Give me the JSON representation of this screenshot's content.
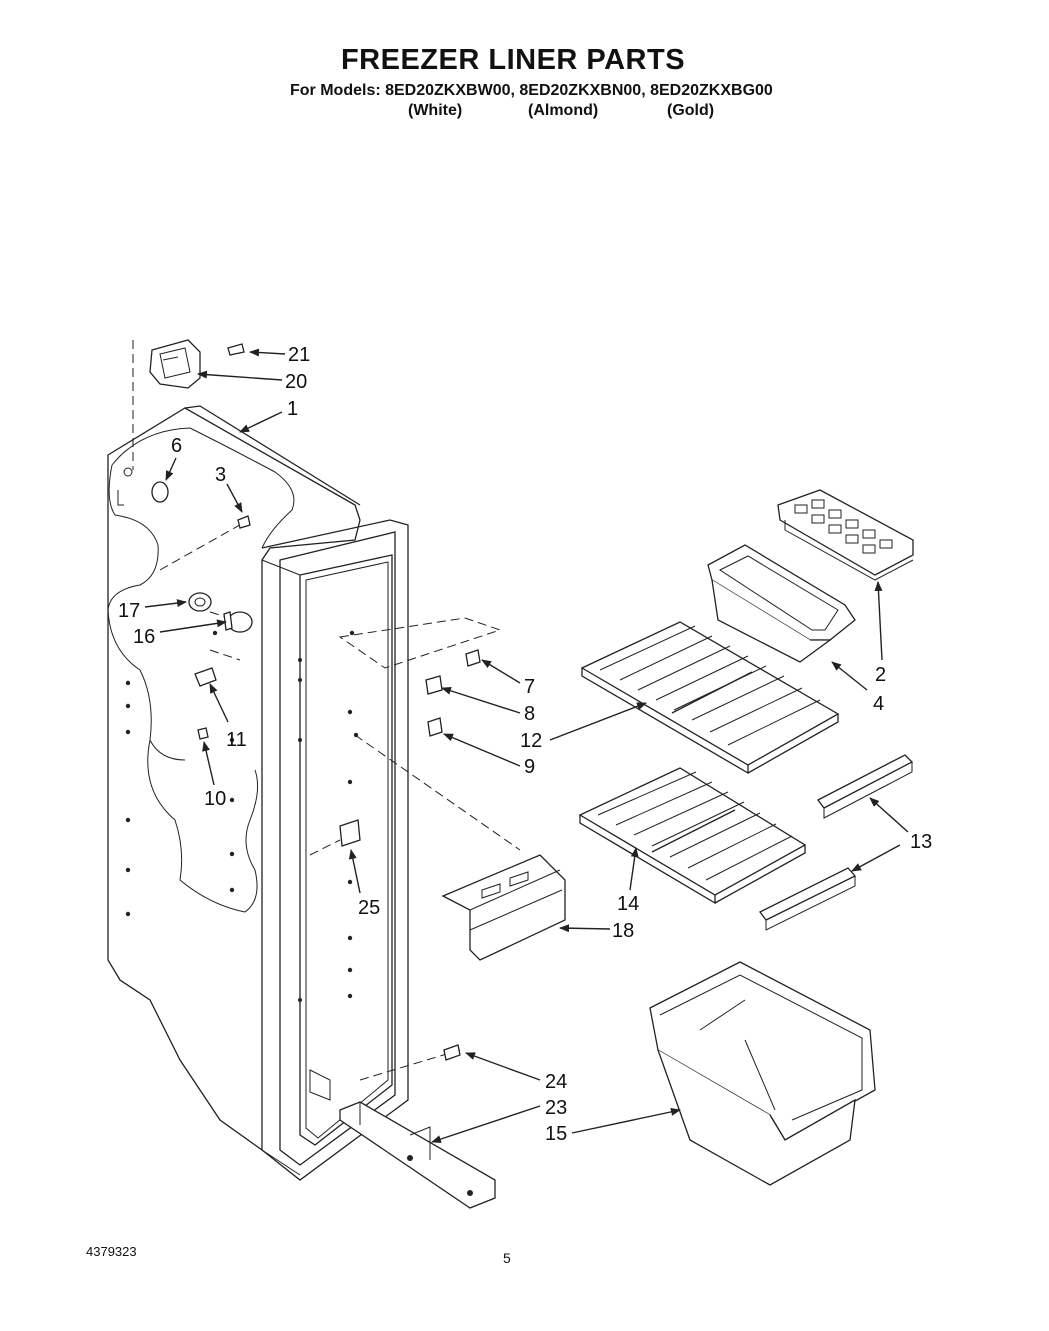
{
  "header": {
    "title": "FREEZER LINER PARTS",
    "models": "For Models: 8ED20ZKXBW00, 8ED20ZKXBN00, 8ED20ZKXBG00",
    "variants": [
      "(White)",
      "(Almond)",
      "(Gold)"
    ]
  },
  "callouts": [
    "21",
    "20",
    "1",
    "6",
    "3",
    "17",
    "16",
    "7",
    "8",
    "11",
    "12",
    "9",
    "10",
    "2",
    "4",
    "13",
    "14",
    "25",
    "18",
    "24",
    "23",
    "15"
  ],
  "footer": {
    "doc_number": "4379323",
    "page_number": "5"
  }
}
